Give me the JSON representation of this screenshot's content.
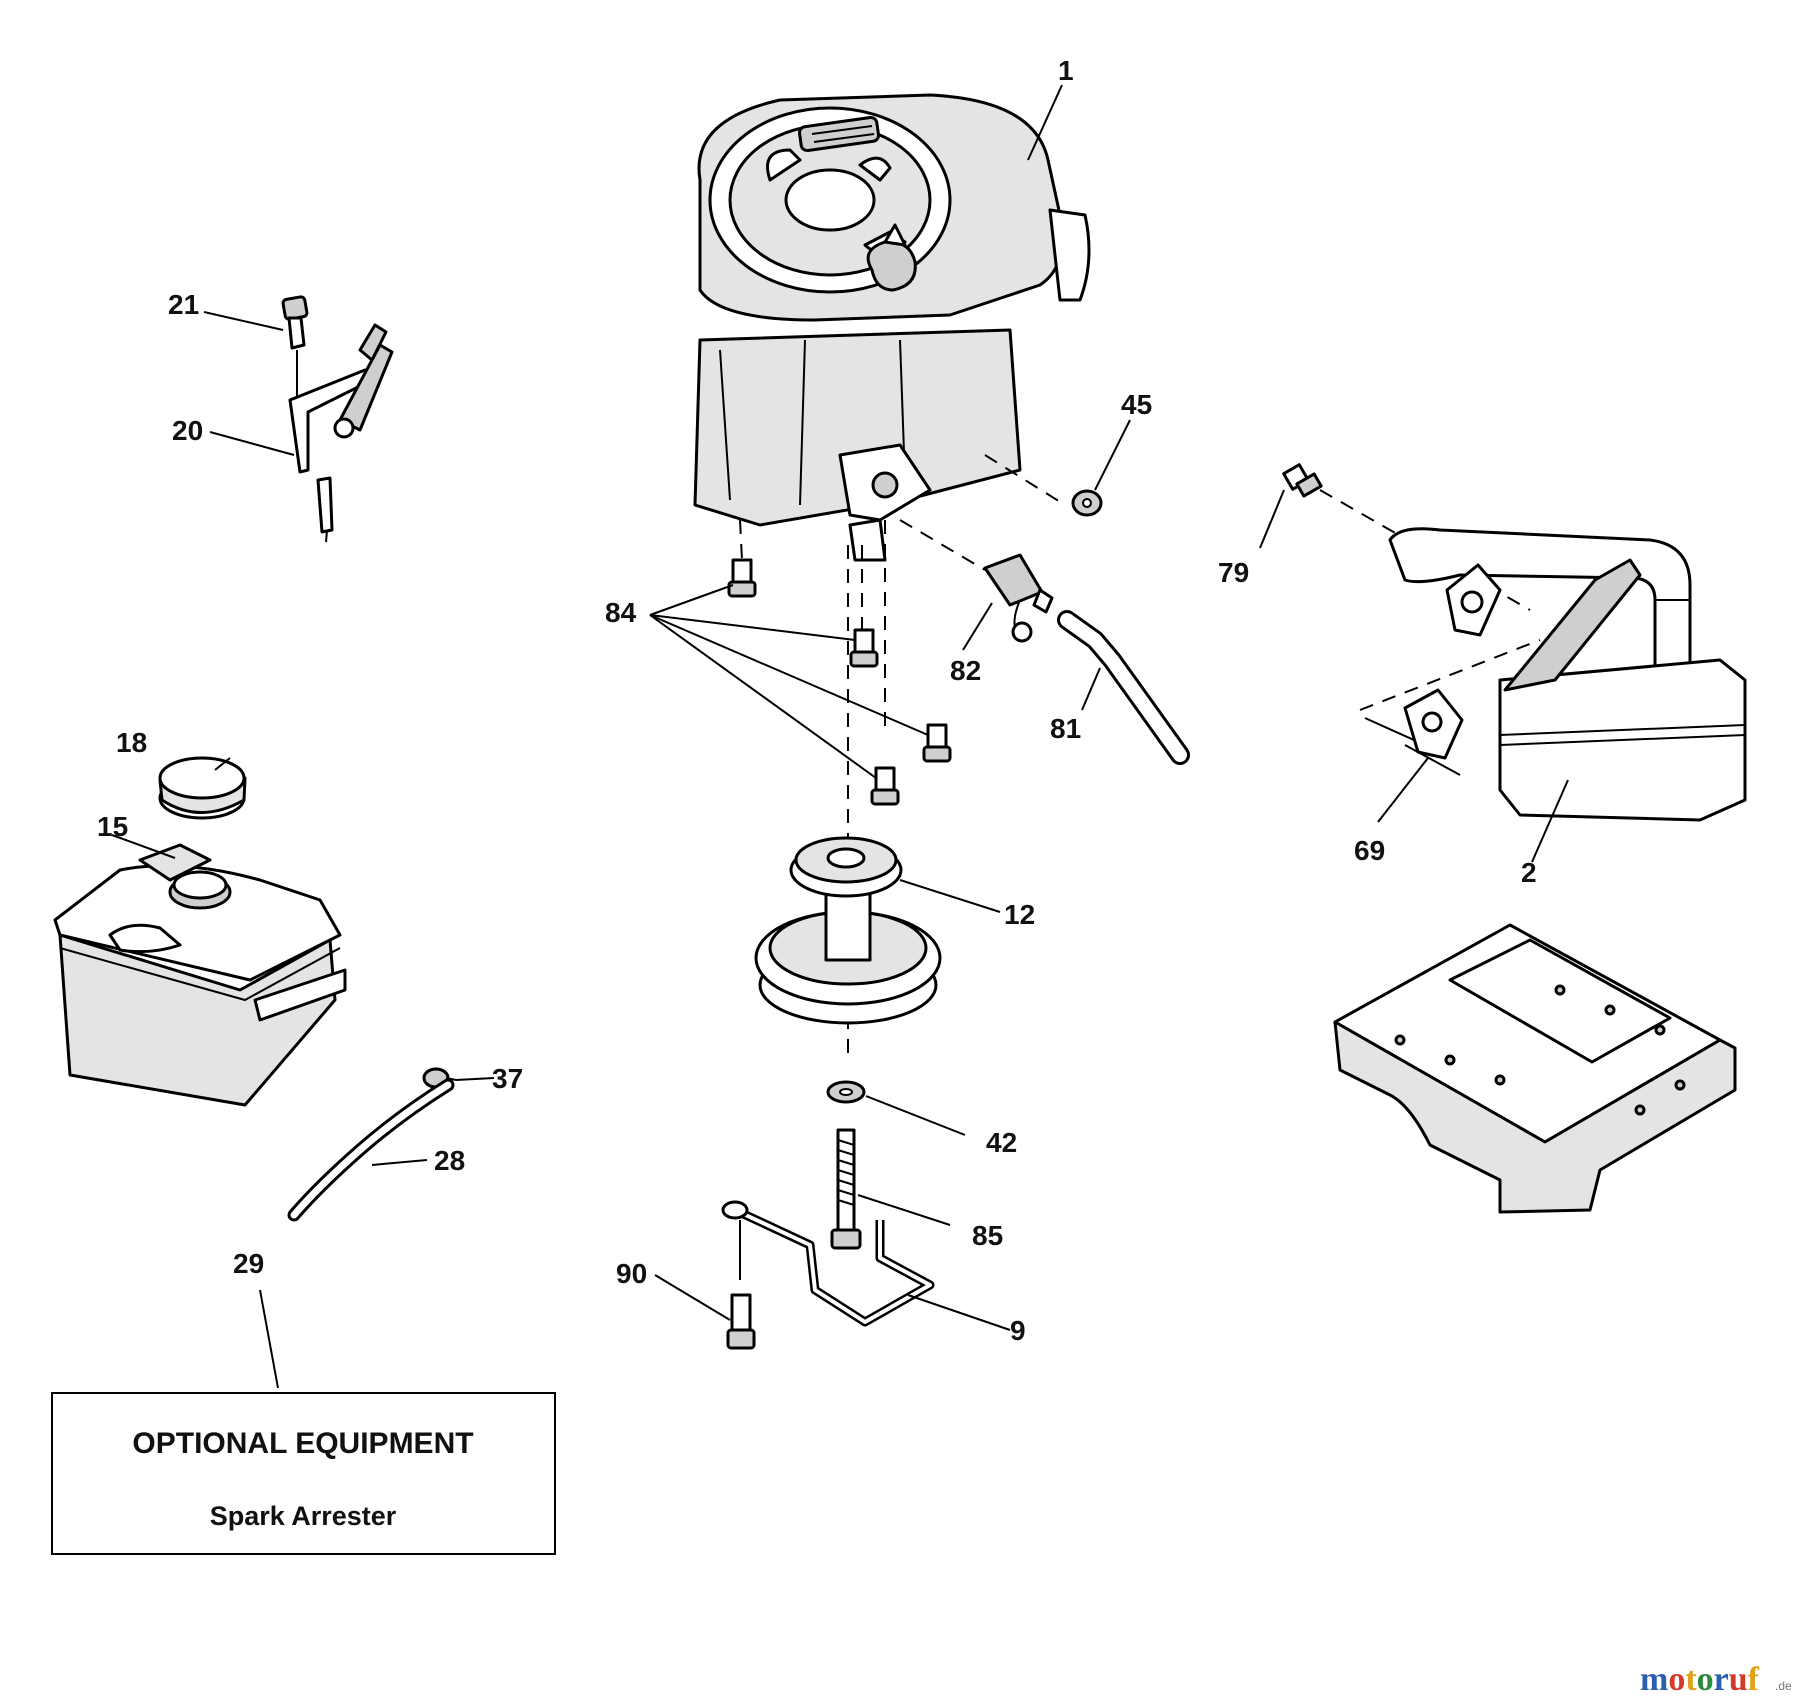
{
  "callouts": {
    "p1": "1",
    "p2": "2",
    "p9": "9",
    "p12": "12",
    "p15": "15",
    "p18": "18",
    "p20": "20",
    "p21": "21",
    "p28": "28",
    "p29": "29",
    "p37": "37",
    "p42": "42",
    "p45": "45",
    "p69": "69",
    "p79": "79",
    "p81": "81",
    "p82": "82",
    "p84": "84",
    "p85": "85",
    "p90": "90"
  },
  "optional_box": {
    "title": "OPTIONAL EQUIPMENT",
    "item": "Spark Arrester"
  },
  "watermark": {
    "m": "m",
    "o1": "o",
    "t": "t",
    "o2": "o",
    "r": "r",
    "u": "u",
    "f": "f",
    "tld": ".de"
  },
  "colors": {
    "wm_m": "#2b5fb0",
    "wm_o1": "#d23a2a",
    "wm_t": "#e0a21a",
    "wm_o2": "#2b8a3e",
    "wm_r": "#2b5fb0",
    "wm_u": "#d23a2a",
    "wm_f": "#e0a21a"
  }
}
